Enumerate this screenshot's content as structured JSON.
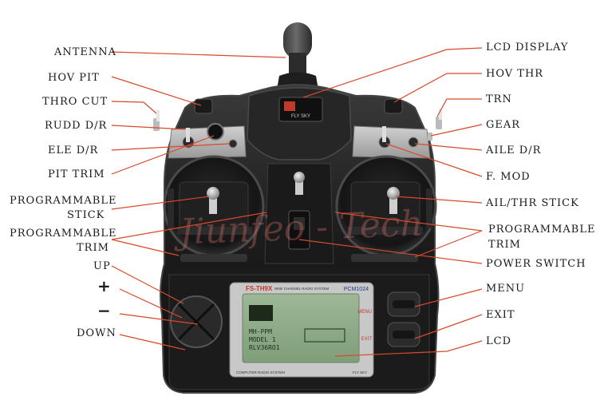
{
  "labels_left": [
    {
      "id": "antenna",
      "text": "ANTENNA"
    },
    {
      "id": "hov-pit",
      "text": "HOV PIT"
    },
    {
      "id": "thro-cut",
      "text": "THRO CUT"
    },
    {
      "id": "rudd-dr",
      "text": "RUDD D/R"
    },
    {
      "id": "ele-dr",
      "text": "ELE  D/R"
    },
    {
      "id": "pit-trim",
      "text": "PIT TRIM"
    },
    {
      "id": "programmable-stick-1",
      "text": "PROGRAMMABLE"
    },
    {
      "id": "programmable-stick-2",
      "text": "STICK"
    },
    {
      "id": "programmable-trim-left-1",
      "text": "PROGRAMMABLE"
    },
    {
      "id": "programmable-trim-left-2",
      "text": "TRIM"
    },
    {
      "id": "up",
      "text": "UP"
    },
    {
      "id": "plus",
      "text": "+"
    },
    {
      "id": "minus",
      "text": "−"
    },
    {
      "id": "down",
      "text": "DOWN"
    }
  ],
  "labels_right": [
    {
      "id": "lcd-display",
      "text": "LCD DISPLAY"
    },
    {
      "id": "hov-thr",
      "text": "HOV THR"
    },
    {
      "id": "trn",
      "text": "TRN"
    },
    {
      "id": "gear",
      "text": "GEAR"
    },
    {
      "id": "aile-dr",
      "text": "AILE  D/R"
    },
    {
      "id": "f-mod",
      "text": "F. MOD"
    },
    {
      "id": "ail-thr-stick",
      "text": "AIL/THR STICK"
    },
    {
      "id": "programmable-trim-right-1",
      "text": "PROGRAMMABLE"
    },
    {
      "id": "programmable-trim-right-2",
      "text": "TRIM"
    },
    {
      "id": "power-switch",
      "text": "POWER  SWITCH"
    },
    {
      "id": "menu",
      "text": "MENU"
    },
    {
      "id": "exit",
      "text": "EXIT"
    },
    {
      "id": "lcd",
      "text": "LCD"
    }
  ],
  "device": {
    "brand": "FLY SKY",
    "model": "FS-TH9X",
    "subtitle": "NINE CHANNEL RADIO SYSTEM",
    "mode": "PCM1024",
    "lcd_lines": [
      "MH-PPM",
      "MODEL 1",
      "RLV36RO1"
    ],
    "button_text_right_1": "MENU",
    "button_text_right_2": "EXIT",
    "footer_left": "COMPUTER RADIO SYSTEM",
    "footer_right": "FLY SKY"
  },
  "watermark": "Jiunfeo - Tech",
  "colors": {
    "leader_line": "#d9492a",
    "body": "#1e1e1e",
    "body_edge": "#3a3a3a",
    "lcd_screen": "#8fae8a",
    "panel_silver": "#b8b8b8",
    "watermark": "#e07070"
  }
}
